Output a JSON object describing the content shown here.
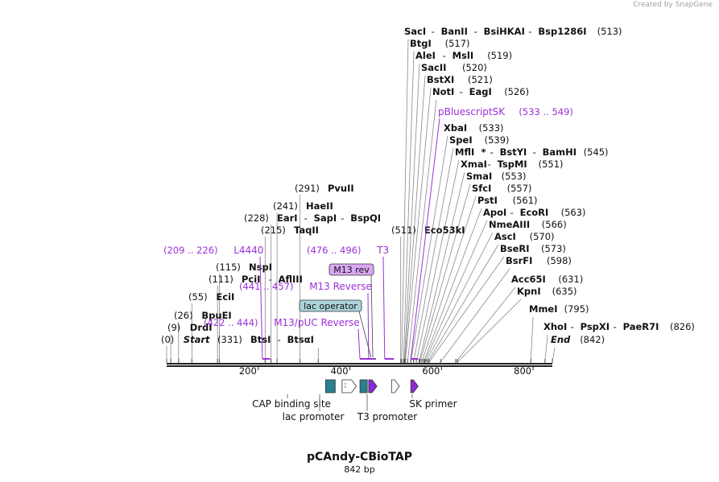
{
  "watermark": "Created by SnapGene",
  "title": "pCAndy-CBioTAP",
  "subtitle": "842 bp",
  "colors": {
    "primer": "#9B30D9",
    "teal": "#2A7F8F",
    "purple": "#8B2BD6",
    "line": "#888888"
  },
  "axis": {
    "min": 0,
    "max": 842,
    "ticks": [
      200,
      400,
      600,
      800
    ]
  },
  "sites": [
    {
      "parts": [
        {
          "name": "SacI"
        },
        {
          "name": "BanII"
        },
        {
          "name": "BsiHKAI"
        },
        {
          "name": "Bsp1286I"
        }
      ],
      "pos": "(513)",
      "bp": 513
    },
    {
      "parts": [
        {
          "name": "BtgI"
        }
      ],
      "pos": "(517)",
      "bp": 517
    },
    {
      "parts": [
        {
          "name": "AleI"
        },
        {
          "name": "MslI"
        }
      ],
      "pos": "(519)",
      "bp": 519
    },
    {
      "parts": [
        {
          "name": "SacII"
        }
      ],
      "pos": "(520)",
      "bp": 520
    },
    {
      "parts": [
        {
          "name": "BstXI"
        }
      ],
      "pos": "(521)",
      "bp": 521
    },
    {
      "parts": [
        {
          "name": "NotI"
        },
        {
          "name": "EagI"
        }
      ],
      "pos": "(526)",
      "bp": 526
    },
    {
      "parts": [
        {
          "name": "XbaI"
        }
      ],
      "pos": "(533)",
      "bp": 533
    },
    {
      "parts": [
        {
          "name": "SpeI"
        }
      ],
      "pos": "(539)",
      "bp": 539
    },
    {
      "parts": [
        {
          "name": "MflI",
          "star": "*"
        },
        {
          "name": "BstYI"
        },
        {
          "name": "BamHI"
        }
      ],
      "pos": "(545)",
      "bp": 545
    },
    {
      "parts": [
        {
          "name": "XmaI"
        },
        {
          "name": "TspMI"
        }
      ],
      "pos": "(551)",
      "bp": 551
    },
    {
      "parts": [
        {
          "name": "SmaI"
        }
      ],
      "pos": "(553)",
      "bp": 553
    },
    {
      "parts": [
        {
          "name": "SfcI"
        }
      ],
      "pos": "(557)",
      "bp": 557
    },
    {
      "parts": [
        {
          "name": "PstI"
        }
      ],
      "pos": "(561)",
      "bp": 561
    },
    {
      "parts": [
        {
          "name": "ApoI"
        },
        {
          "name": "EcoRI"
        }
      ],
      "pos": "(563)",
      "bp": 563
    },
    {
      "parts": [
        {
          "name": "NmeAIII"
        }
      ],
      "pos": "(566)",
      "bp": 566
    },
    {
      "parts": [
        {
          "name": "AscI"
        }
      ],
      "pos": "(570)",
      "bp": 570
    },
    {
      "parts": [
        {
          "name": "BseRI"
        }
      ],
      "pos": "(573)",
      "bp": 573
    },
    {
      "parts": [
        {
          "name": "BsrFI"
        }
      ],
      "pos": "(598)",
      "bp": 598
    },
    {
      "parts": [
        {
          "name": "Acc65I"
        }
      ],
      "pos": "(631)",
      "bp": 631
    },
    {
      "parts": [
        {
          "name": "KpnI"
        }
      ],
      "pos": "(635)",
      "bp": 635
    },
    {
      "parts": [
        {
          "name": "MmeI"
        }
      ],
      "pos": "(795)",
      "bp": 795
    },
    {
      "parts": [
        {
          "name": "XhoI"
        },
        {
          "name": "PspXI"
        },
        {
          "name": "PaeR7I"
        }
      ],
      "pos": "(826)",
      "bp": 826
    },
    {
      "parts": [
        {
          "name": "End",
          "italic": true
        }
      ],
      "pos": "(842)",
      "bp": 842
    },
    {
      "parts": [
        {
          "name": "PvuII"
        }
      ],
      "pos": "(291)",
      "bp": 291
    },
    {
      "parts": [
        {
          "name": "HaeII"
        }
      ],
      "pos": "(241)",
      "bp": 241
    },
    {
      "parts": [
        {
          "name": "EarI"
        },
        {
          "name": "SapI"
        },
        {
          "name": "BspQI"
        }
      ],
      "pos": "(228)",
      "bp": 228
    },
    {
      "parts": [
        {
          "name": "TaqII"
        }
      ],
      "pos": "(215)",
      "bp": 215
    },
    {
      "parts": [
        {
          "name": "Eco53kI"
        }
      ],
      "pos": "(511)",
      "bp": 511
    },
    {
      "parts": [
        {
          "name": "NspI"
        }
      ],
      "pos": "(115)",
      "bp": 115
    },
    {
      "parts": [
        {
          "name": "PciI"
        },
        {
          "name": "AflIII"
        }
      ],
      "pos": "(111)",
      "bp": 111
    },
    {
      "parts": [
        {
          "name": "EciI"
        }
      ],
      "pos": "(55)",
      "bp": 55
    },
    {
      "parts": [
        {
          "name": "BpuEI"
        }
      ],
      "pos": "(26)",
      "bp": 26
    },
    {
      "parts": [
        {
          "name": "DrdI"
        }
      ],
      "pos": "(9)",
      "bp": 9
    },
    {
      "parts": [
        {
          "name": "Start",
          "italic": true
        }
      ],
      "pos": "(0)",
      "bp": 0
    },
    {
      "parts": [
        {
          "name": "BtsI"
        },
        {
          "name": "BtsαI"
        }
      ],
      "pos": "(331)",
      "bp": 331
    }
  ],
  "primers": [
    {
      "name": "pBluescriptSK",
      "range": "(533 .. 549)",
      "start": 533,
      "end": 549
    },
    {
      "name": "L4440",
      "range": "(209 .. 226)",
      "start": 209,
      "end": 226
    },
    {
      "name": "T3",
      "range": "(476 .. 496)",
      "start": 476,
      "end": 496
    },
    {
      "name": "M13 Reverse",
      "range": "(441 .. 457)",
      "start": 441,
      "end": 457
    },
    {
      "name": "M13/pUC Reverse",
      "range": "(422 .. 444)",
      "start": 422,
      "end": 444
    }
  ],
  "boxed_features": [
    {
      "name": "M13 rev",
      "style": "purple",
      "bp": 450
    },
    {
      "name": "lac operator",
      "style": "teal",
      "bp": 446
    }
  ],
  "features": [
    {
      "name": "CAP binding site",
      "start": 347,
      "end": 368,
      "shape": "box",
      "color": "#2A7F8F"
    },
    {
      "name": "lac promoter",
      "start": 383,
      "end": 414,
      "shape": "arrow",
      "color": "#ffffff"
    },
    {
      "name": "lac operator",
      "start": 422,
      "end": 438,
      "shape": "box",
      "color": "#2A7F8F"
    },
    {
      "name": "T3 promoter",
      "start": 441,
      "end": 459,
      "shape": "arrow",
      "color": "#8B2BD6"
    },
    {
      "name": "",
      "start": 491,
      "end": 508,
      "shape": "arrow",
      "color": "#ffffff"
    },
    {
      "name": "SK primer",
      "start": 533,
      "end": 549,
      "shape": "arrow",
      "color": "#8B2BD6"
    }
  ],
  "feature_labels": [
    "CAP binding site",
    "lac promoter",
    "T3 promoter",
    "SK primer"
  ]
}
